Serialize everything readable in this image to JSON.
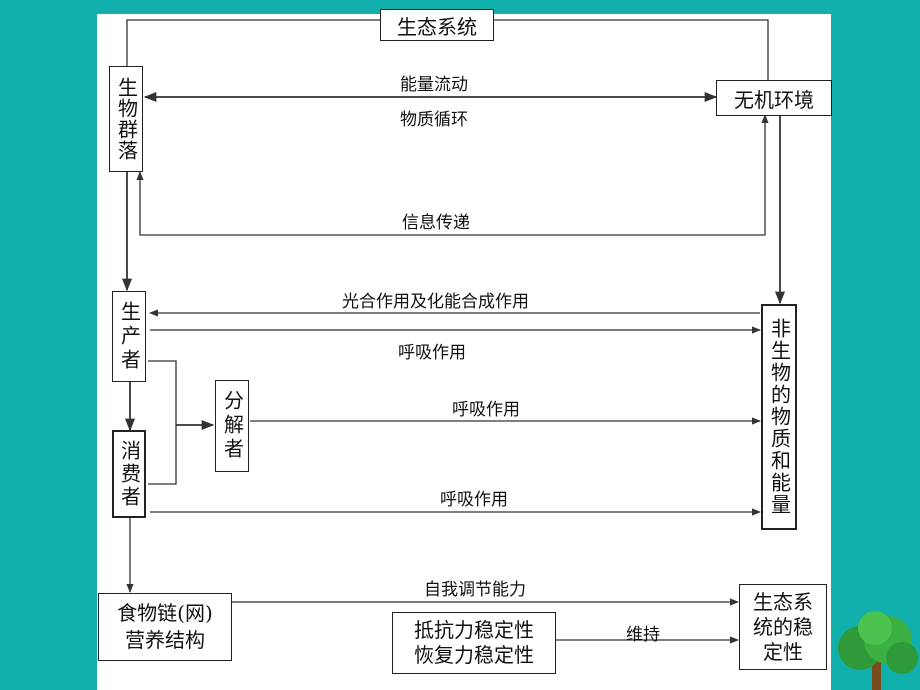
{
  "title": "生态系统",
  "nodes": {
    "community": "生物群落",
    "abiotic": "无机环境",
    "producer": "生产者",
    "consumer": "消费者",
    "decomposer": "分解者",
    "nonliving": "非生物的物质和能量",
    "foodweb_line1": "食物链(网)",
    "foodweb_line2": "营养结构",
    "resistance": "抵抗力稳定性",
    "resilience": "恢复力稳定性",
    "stability": "生态系统的稳定性"
  },
  "labels": {
    "energy_flow": "能量流动",
    "material_cycle": "物质循环",
    "information": "信息传递",
    "photosynthesis": "光合作用及化能合成作用",
    "resp_producer": "呼吸作用",
    "resp_decomposer": "呼吸作用",
    "resp_consumer": "呼吸作用",
    "self_regulation": "自我调节能力",
    "maintain": "维持"
  },
  "colors": {
    "background": "#12b0ac",
    "canvas": "#ffffff",
    "line": "#333333"
  }
}
